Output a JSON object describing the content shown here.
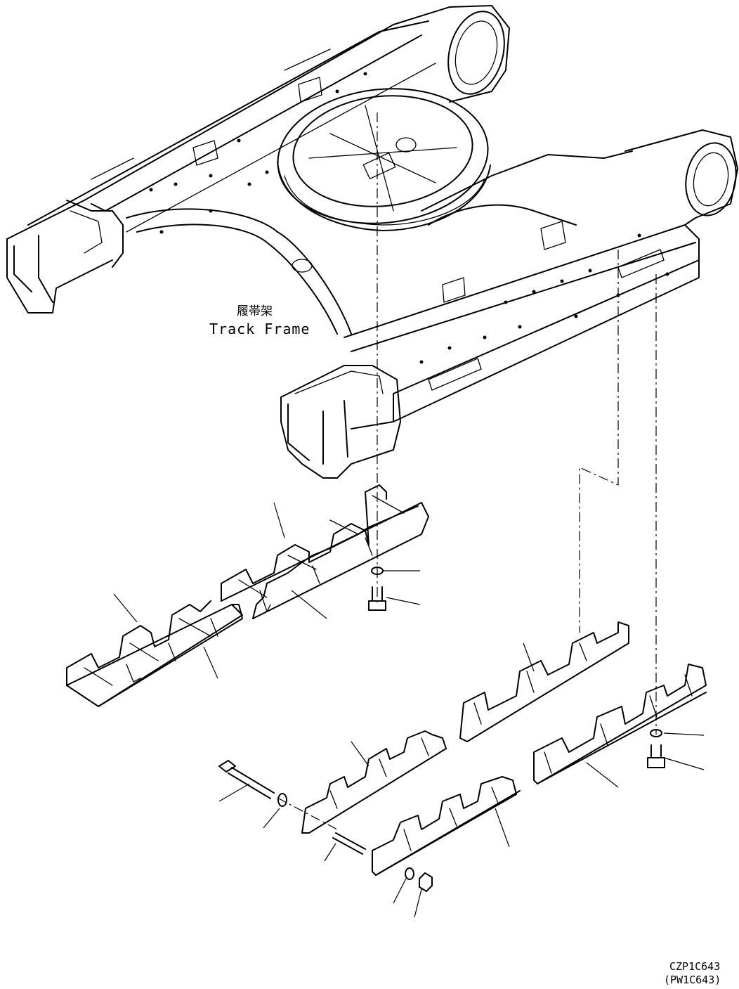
{
  "labels": {
    "frame_cn": "履帯架",
    "frame_en": "Track Frame",
    "drawing_code": "CZP1C643",
    "drawing_code_alt": "(PW1C643)"
  },
  "parts": [
    {
      "name": "track-frame"
    },
    {
      "name": "track-guard-assembly-front"
    },
    {
      "name": "track-guard-assembly-rear"
    },
    {
      "name": "track-guard-inner"
    },
    {
      "name": "track-guard-outer"
    },
    {
      "name": "bolt"
    },
    {
      "name": "washer"
    },
    {
      "name": "pin"
    },
    {
      "name": "nut"
    }
  ]
}
